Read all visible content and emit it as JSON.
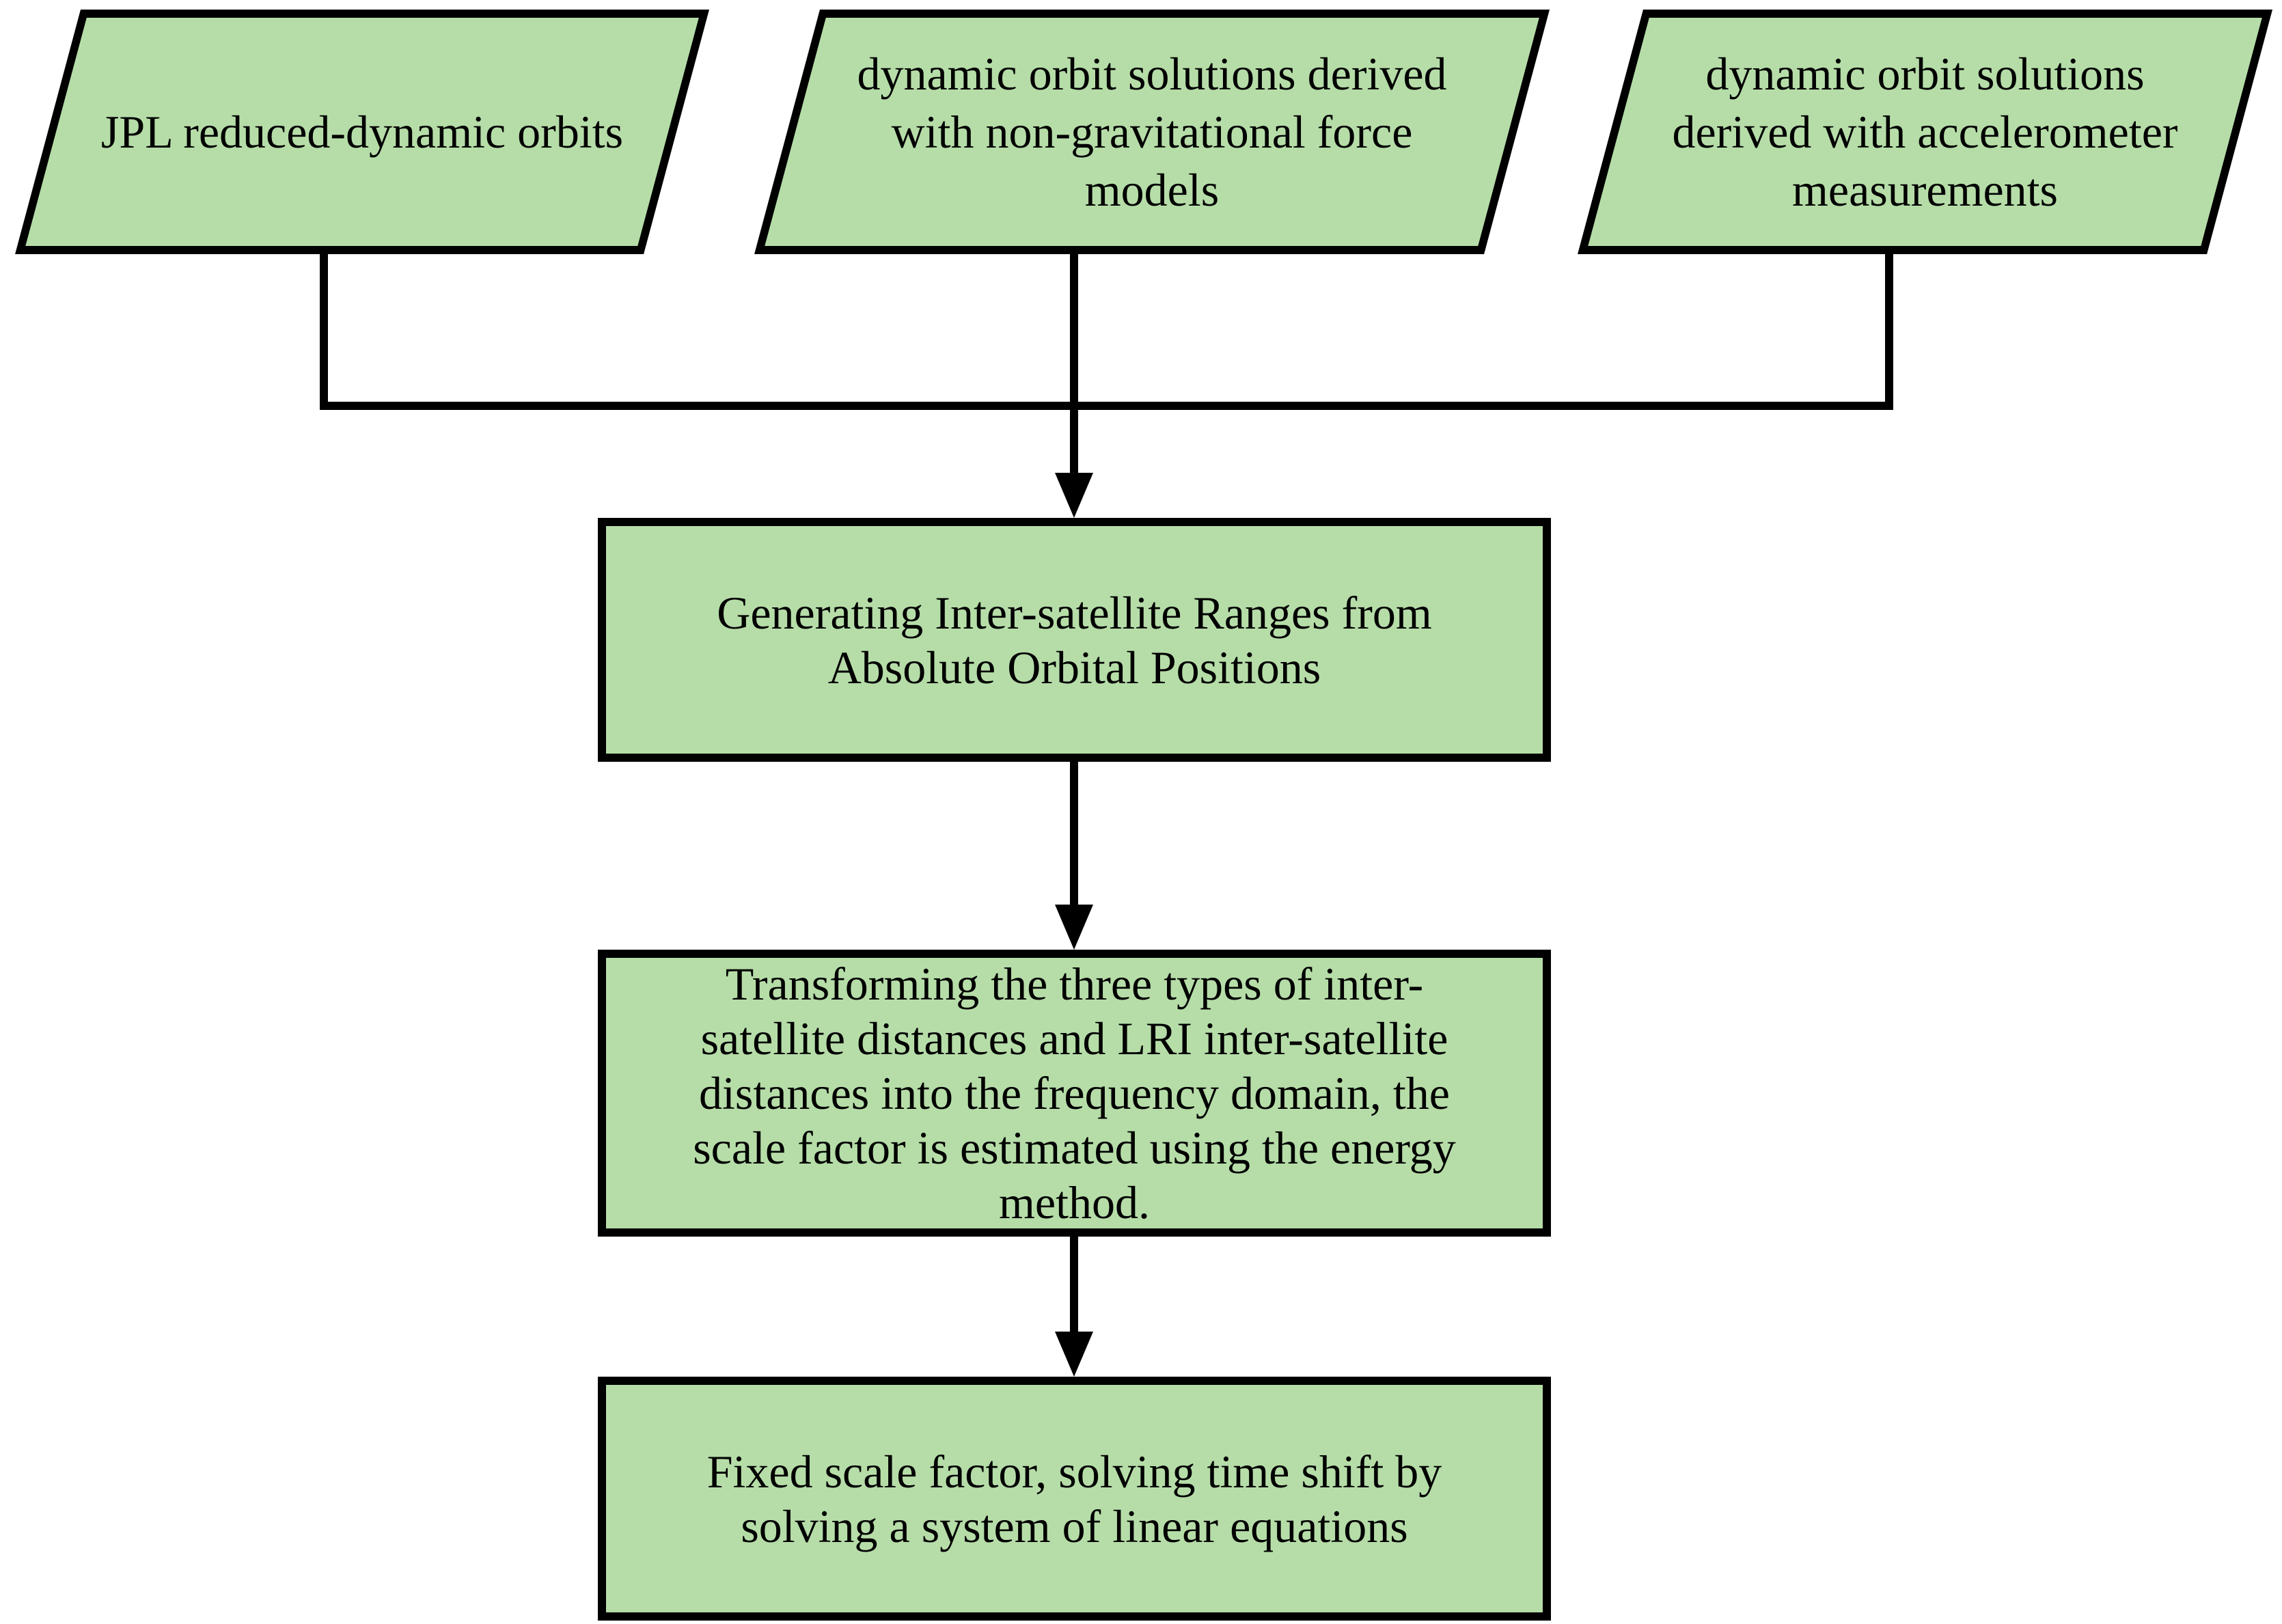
{
  "diagram": {
    "type": "flowchart",
    "colors": {
      "node_fill": "#b6dda8",
      "node_border": "#000000",
      "connector": "#000000",
      "background": "#ffffff"
    },
    "nodes": {
      "input_jpl": {
        "shape": "parallelogram",
        "label": "JPL reduced-dynamic orbits"
      },
      "input_nongrav": {
        "shape": "parallelogram",
        "label": "dynamic orbit solutions derived\nwith non-gravitational force\nmodels"
      },
      "input_accel": {
        "shape": "parallelogram",
        "label": "dynamic orbit solutions\nderived with accelerometer\nmeasurements"
      },
      "step_generate": {
        "shape": "rectangle",
        "label": "Generating Inter-satellite Ranges from\nAbsolute Orbital Positions"
      },
      "step_transform": {
        "shape": "rectangle",
        "label": "Transforming the three types of inter-\nsatellite distances and LRI inter-satellite\ndistances into the frequency domain, the\nscale factor is estimated using the energy\nmethod."
      },
      "step_fixed": {
        "shape": "rectangle",
        "label": "Fixed scale factor, solving time shift by\nsolving a system of linear equations"
      }
    },
    "edges": [
      {
        "from": "input_jpl",
        "to": "step_generate"
      },
      {
        "from": "input_nongrav",
        "to": "step_generate"
      },
      {
        "from": "input_accel",
        "to": "step_generate"
      },
      {
        "from": "step_generate",
        "to": "step_transform"
      },
      {
        "from": "step_transform",
        "to": "step_fixed"
      }
    ]
  }
}
